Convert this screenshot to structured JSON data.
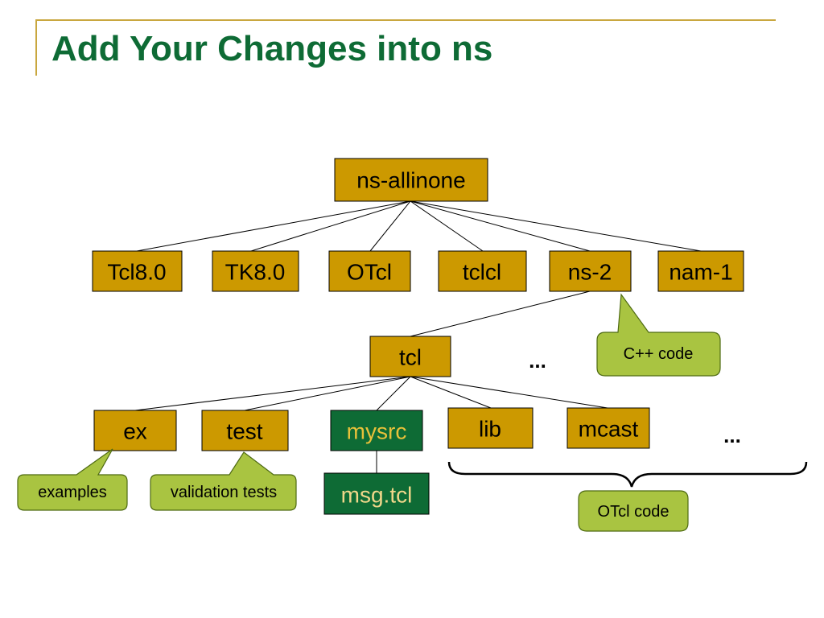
{
  "title": "Add Your Changes into ns",
  "nodes": {
    "root": "ns-allinone",
    "tcl80": "Tcl8.0",
    "tk80": "TK8.0",
    "otcl": "OTcl",
    "tclcl": "tclcl",
    "ns2": "ns-2",
    "nam1": "nam-1",
    "tcl": "tcl",
    "ex": "ex",
    "test": "test",
    "mysrc": "mysrc",
    "lib": "lib",
    "mcast": "mcast",
    "msgtcl": "msg.tcl"
  },
  "callouts": {
    "cpp": "C++ code",
    "examples": "examples",
    "validation": "validation tests",
    "otcl_code": "OTcl code"
  },
  "ellipses": {
    "level2": "...",
    "level3": "..."
  },
  "colors": {
    "title": "#0e6b35",
    "node_fill": "#cc9900",
    "highlight_fill": "#0e6b35",
    "highlight_text": "#e8c13a",
    "callout_fill": "#a9c441",
    "frame": "#c9a73f"
  }
}
